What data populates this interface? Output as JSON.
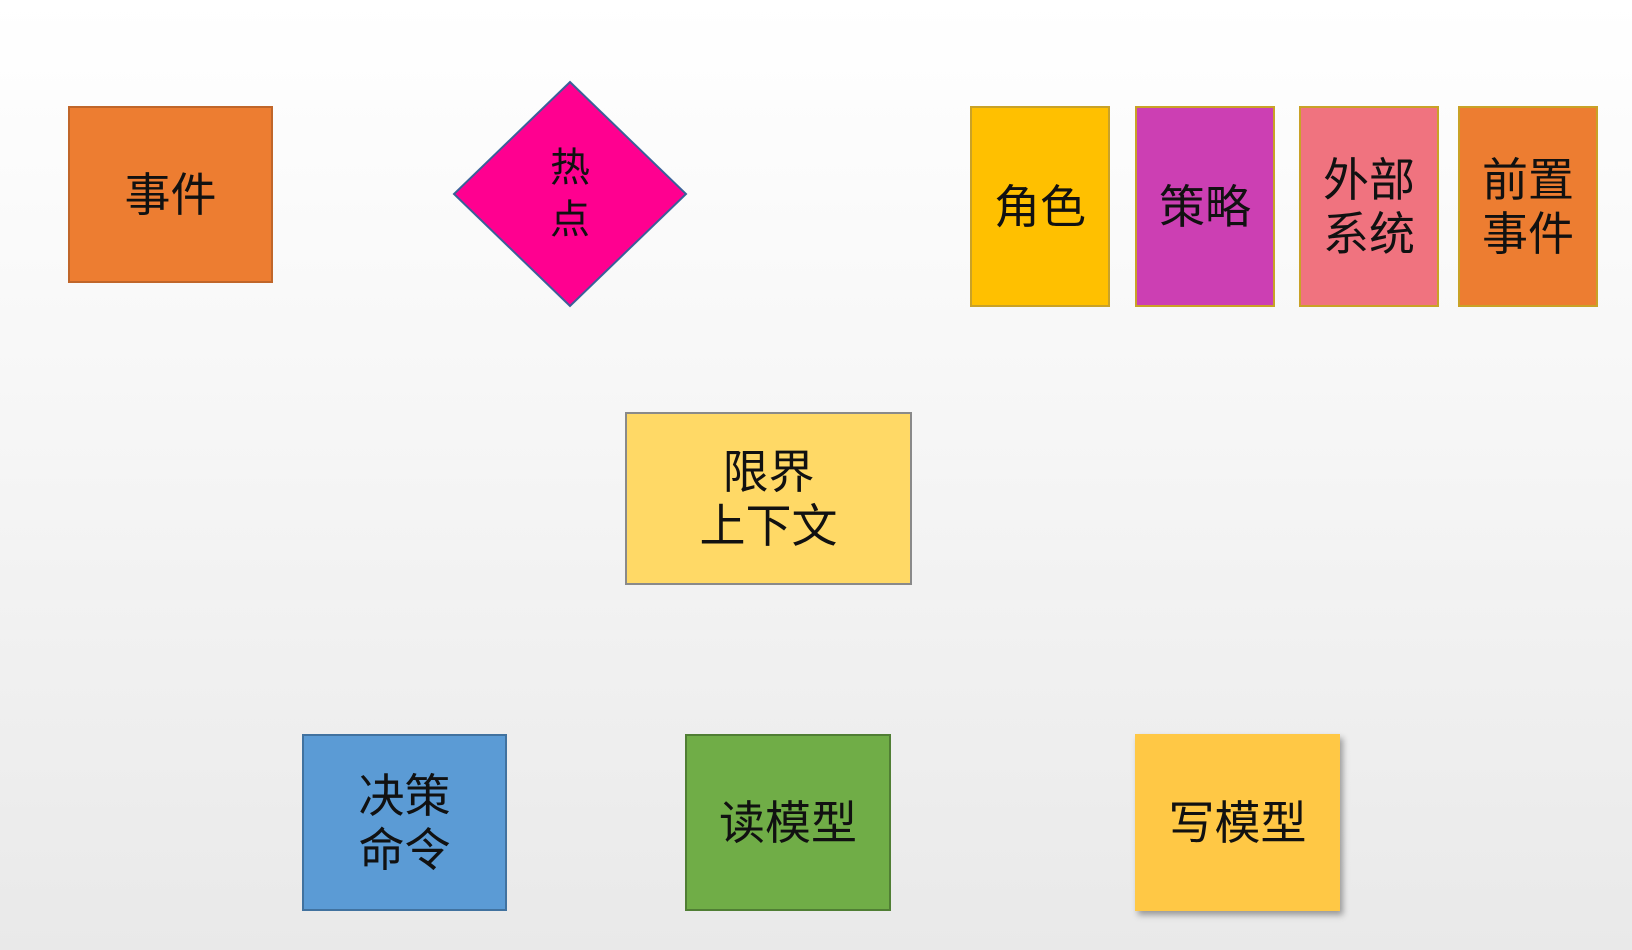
{
  "diagram": {
    "nodes": {
      "event": {
        "label": "事件",
        "color": "#ED7D31"
      },
      "hotspot": {
        "label": "热\n点",
        "color": "#FF0090"
      },
      "role": {
        "label": "角色",
        "color": "#FFC000"
      },
      "policy": {
        "label": "策略",
        "color": "#CC3FB3"
      },
      "external_system": {
        "label": "外部\n系统",
        "color": "#F0737F"
      },
      "pre_event": {
        "label": "前置\n事件",
        "color": "#ED7D31"
      },
      "bounded_context": {
        "label": "限界\n上下文",
        "color": "#FFD966"
      },
      "decision_command": {
        "label": "决策\n命令",
        "color": "#5B9BD5"
      },
      "read_model": {
        "label": "读模型",
        "color": "#70AD47"
      },
      "write_model": {
        "label": "写模型",
        "color": "#FFC845"
      }
    }
  }
}
